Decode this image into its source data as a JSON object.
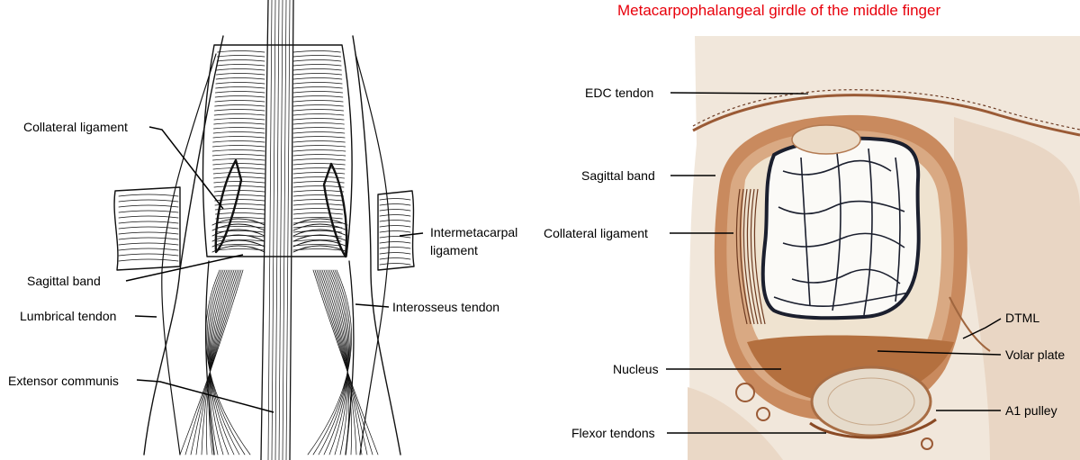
{
  "left_diagram": {
    "labels": {
      "collateral_ligament": "Collateral ligament",
      "sagittal_band": "Sagittal band",
      "lumbrical_tendon": "Lumbrical tendon",
      "extensor_communis": "Extensor communis",
      "intermetacarpal_ligament_line1": "Intermetacarpal",
      "intermetacarpal_ligament_line2": "ligament",
      "interosseus_tendon": "Interosseus tendon"
    }
  },
  "right_photo": {
    "title": "Metacarpophalangeal girdle of the middle finger",
    "labels": {
      "edc_tendon": "EDC tendon",
      "sagittal_band": "Sagittal band",
      "collateral_ligament": "Collateral ligament",
      "nucleus": "Nucleus",
      "flexor_tendons": "Flexor tendons",
      "dtml": "DTML",
      "volar_plate": "Volar plate",
      "a1_pulley": "A1 pulley"
    },
    "colors": {
      "title": "#e8000b",
      "tissue": "#c98a5e",
      "bone_outline": "#1b1f2e"
    }
  }
}
